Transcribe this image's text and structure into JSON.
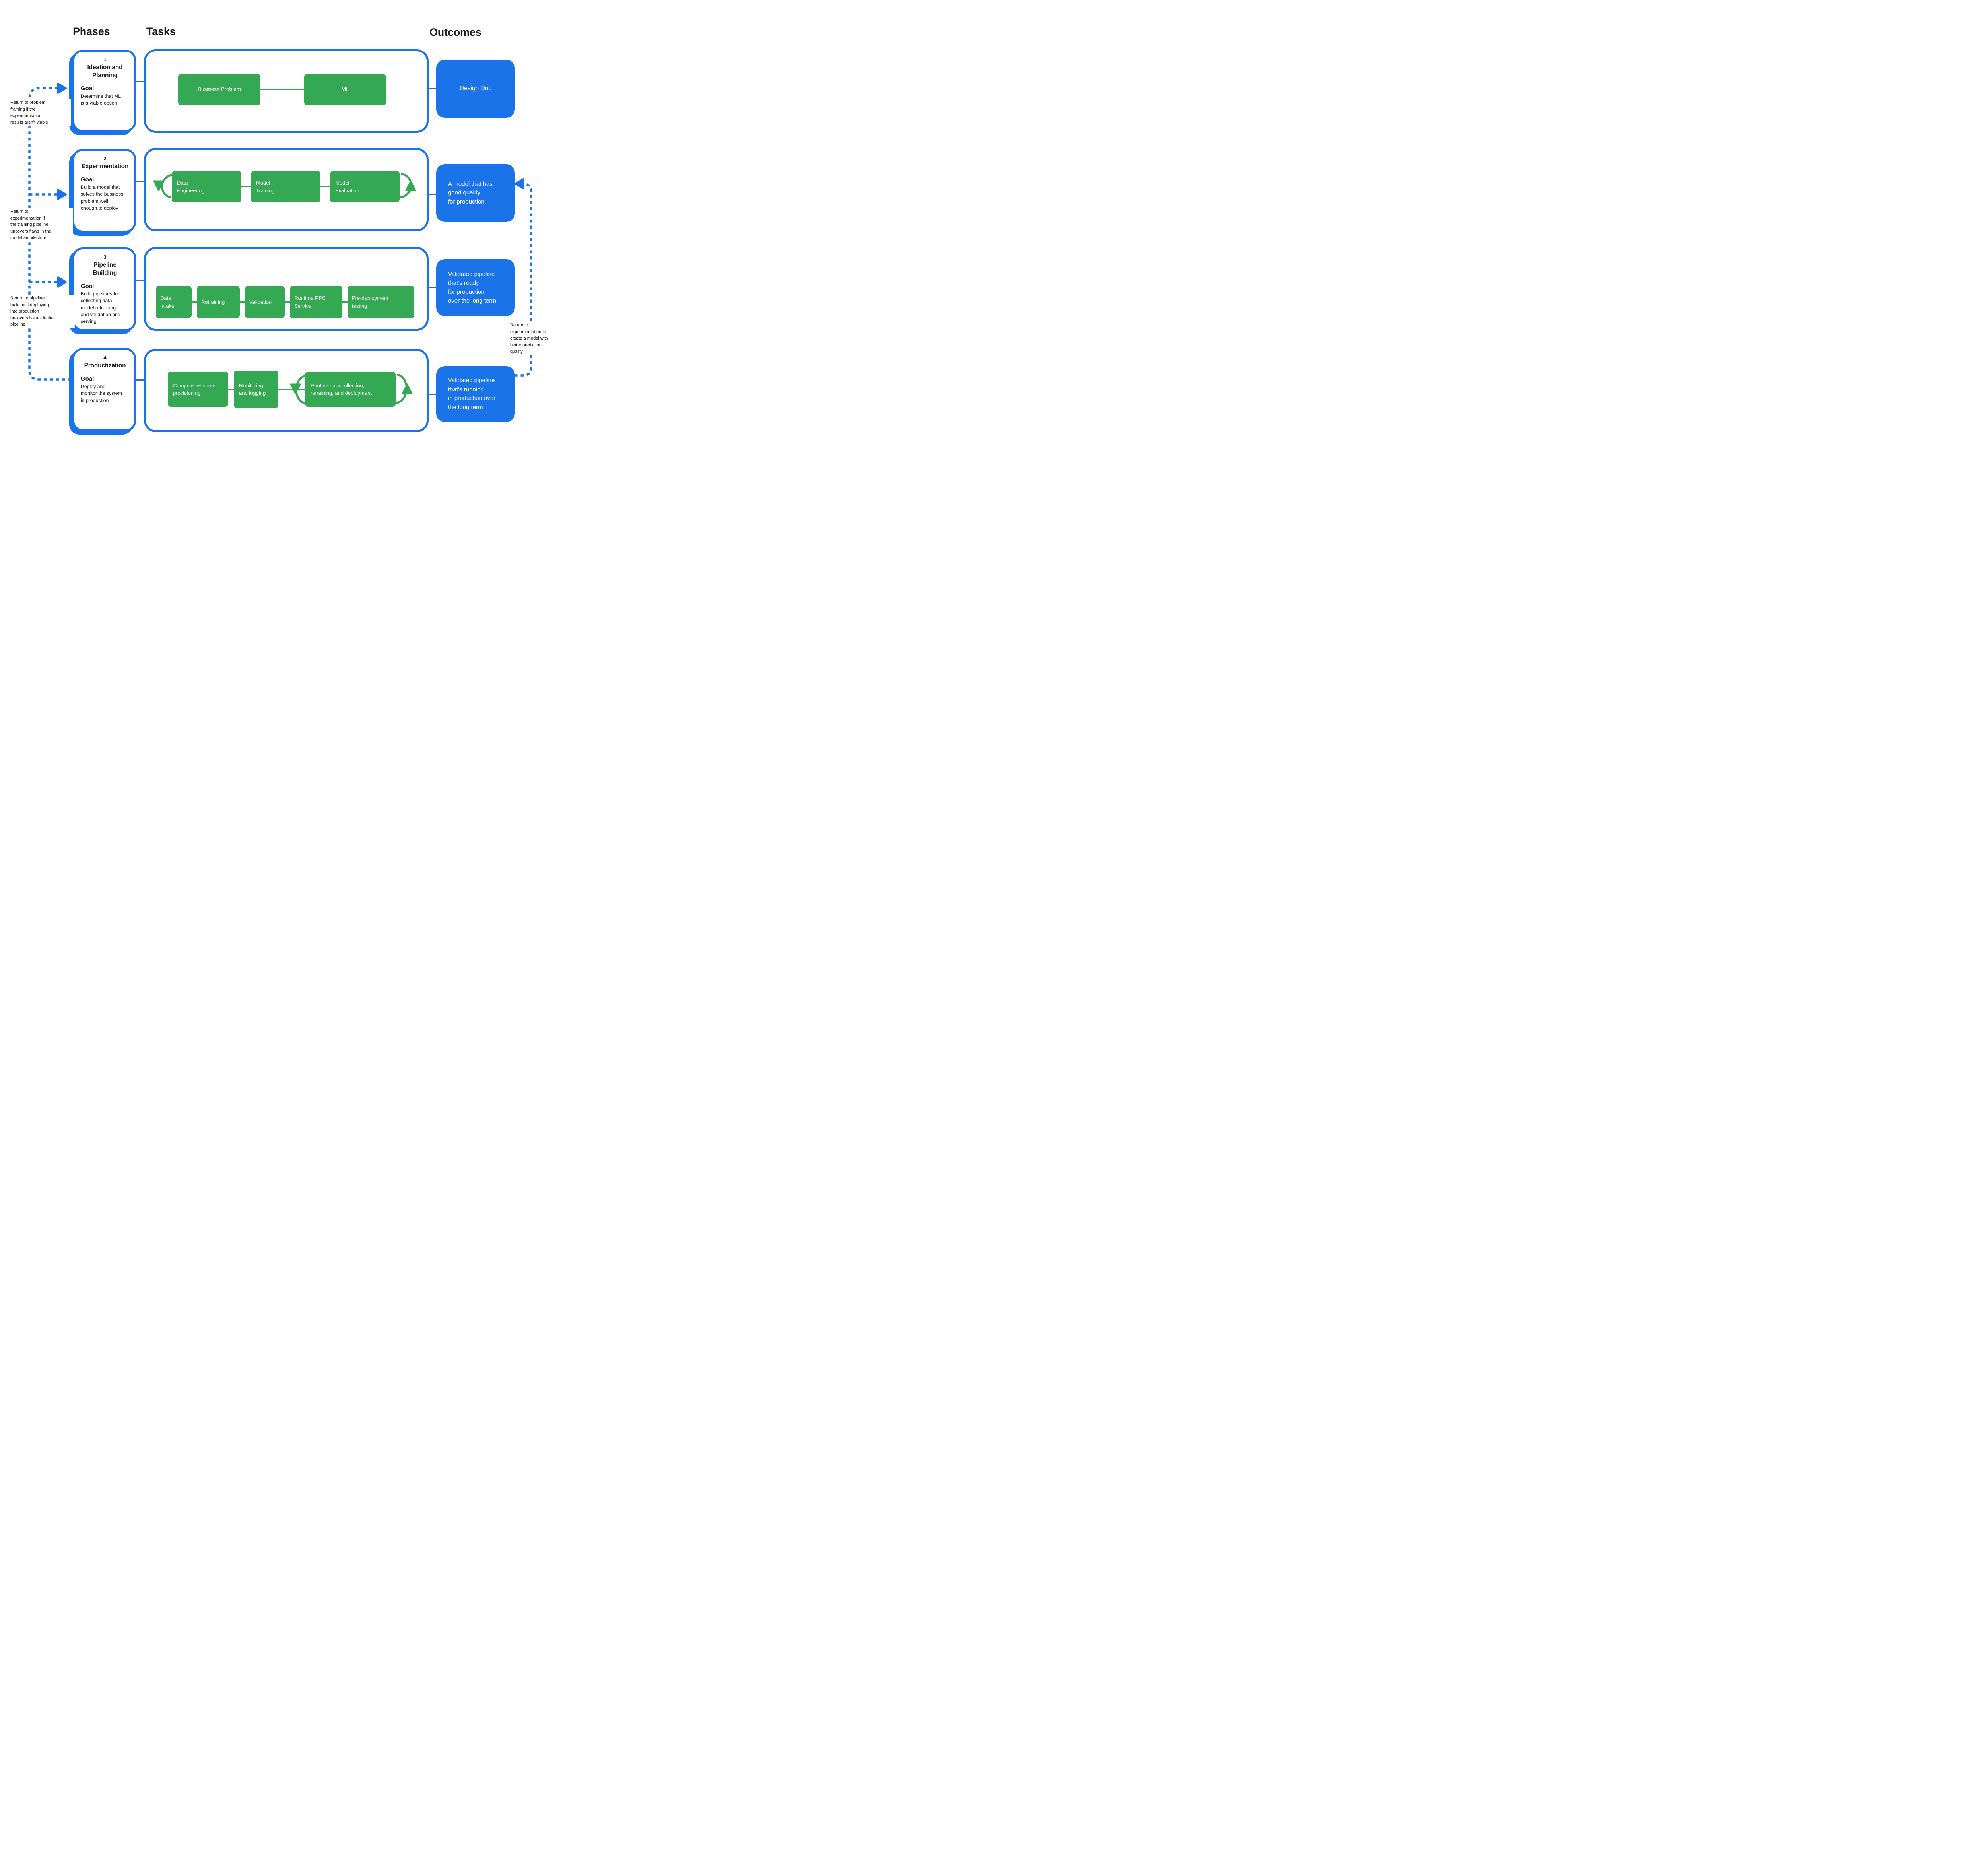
{
  "headers": {
    "phases": "Phases",
    "tasks": "Tasks",
    "outcomes": "Outcomes"
  },
  "colors": {
    "blue": "#1a73e8",
    "green": "#34a853",
    "text": "#1d1d1f",
    "box_text": "#ffffff"
  },
  "phases": [
    {
      "number": "1",
      "title": "Ideation and\nPlanning",
      "goal_label": "Goal",
      "goal_text": "Determine that ML\nis a viable option",
      "tasks": [
        "Business Problem",
        "ML"
      ],
      "outcome": "Design Doc"
    },
    {
      "number": "2",
      "title": "Experimentation",
      "goal_label": "Goal",
      "goal_text": "Build a model that\nsolves the business\nproblem well\nenough to deploy",
      "tasks": [
        "Data\nEngineering",
        "Model\nTraining",
        "Model\nEvaluation"
      ],
      "outcome": "A model that has\ngood quality\nfor production"
    },
    {
      "number": "3",
      "title": "Pipeline Building",
      "goal_label": "Goal",
      "goal_text": "Build pipelines for\ncollecting data,\nmodel retraining\nand validation and\nserving",
      "tasks": [
        "Data\nIntake",
        "Retraining",
        "Validation",
        "Runtime RPC\nService",
        "Pre-deployment\ntesting"
      ],
      "outcome": "Validated pipeline\nthat’s ready\nfor production\nover the long term"
    },
    {
      "number": "4",
      "title": "Productization",
      "goal_label": "Goal",
      "goal_text": "Deploy and\nmonitor the system\nin production",
      "tasks": [
        "Compute resource\nprovisioning",
        "Monitoring\nand logging",
        "Routine data collection,\nretraining, and deployment"
      ],
      "outcome": "Validated pipeline\nthat’s running\nin production over\nthe long term"
    }
  ],
  "annotations": {
    "left": [
      "Return to problem\nframing if the\nexperimentation\nresults aren’t viable",
      "Return to\nexperimentation if\nthe training pipeline\nuncovers flaws in the\nmodel architecture",
      "Return to pipeline\nbuilding if deploying\ninto production\nuncovers issues in the\npipeline"
    ],
    "right": [
      "Return to\nexperimentation to\ncreate a model with\nbetter prediction\nquality"
    ]
  }
}
